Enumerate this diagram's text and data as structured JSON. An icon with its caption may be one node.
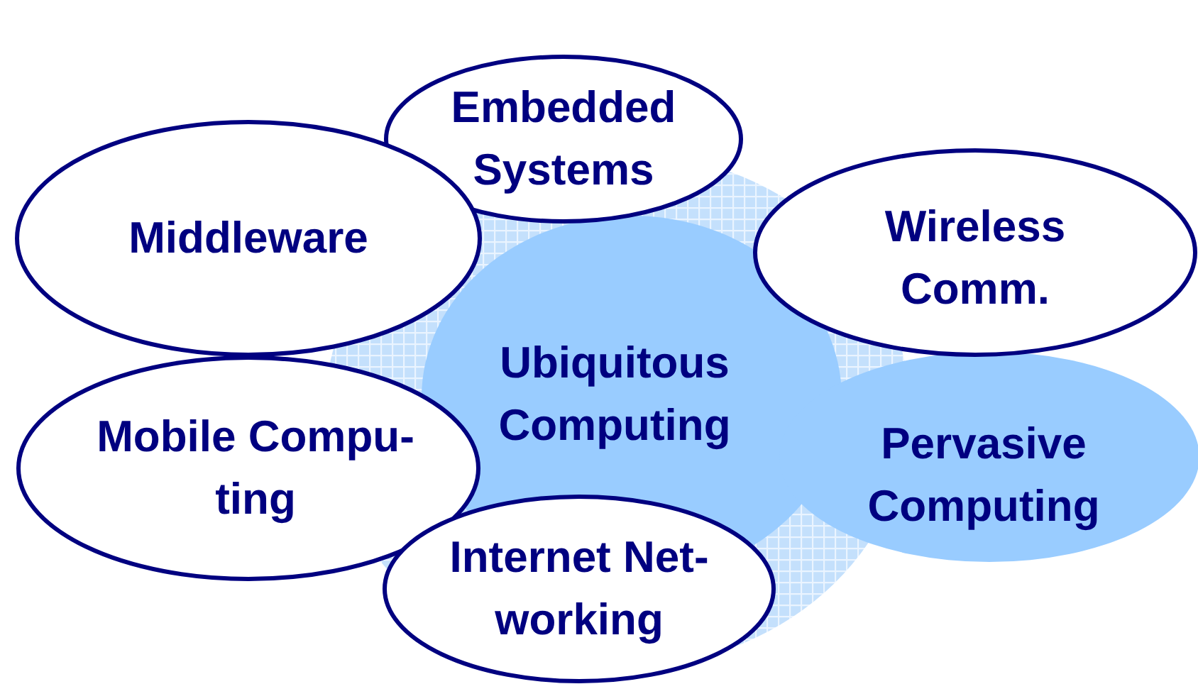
{
  "diagram": {
    "nodes": [
      {
        "text": [
          "Ubiquitous Computing"
        ]
      },
      {
        "text": [
          "Pervasive Computing"
        ]
      },
      {
        "text": [
          "Embedded Systems"
        ]
      },
      {
        "text": [
          "Middleware"
        ]
      },
      {
        "text": [
          "Wireless Comm."
        ]
      },
      {
        "text": [
          "Mobile Compu- ting"
        ]
      },
      {
        "text": [
          "Internet Net- working"
        ]
      }
    ]
  }
}
